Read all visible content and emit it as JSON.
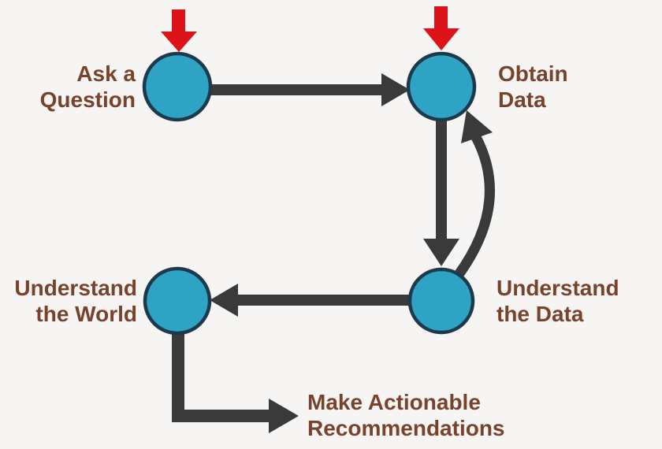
{
  "colors": {
    "background": "#f6f5f4",
    "node_fill": "#2fa3c4",
    "node_border": "#1c3a4b",
    "arrow": "#3a3a3a",
    "entry_arrow": "#dc1318",
    "label_text": "#78432a"
  },
  "nodes": [
    {
      "id": "ask-a-question",
      "label": [
        "Ask a",
        "Question"
      ],
      "has_entry_arrow": true
    },
    {
      "id": "obtain-data",
      "label": [
        "Obtain",
        "Data"
      ],
      "has_entry_arrow": true
    },
    {
      "id": "understand-the-data",
      "label": [
        "Understand",
        "the Data"
      ],
      "has_entry_arrow": false
    },
    {
      "id": "understand-the-world",
      "label": [
        "Understand",
        "the World"
      ],
      "has_entry_arrow": false
    }
  ],
  "terminal": {
    "id": "make-actionable-recommendations",
    "label": [
      "Make Actionable",
      "Recommendations"
    ]
  },
  "edges": [
    {
      "from": "ask-a-question",
      "to": "obtain-data",
      "style": "straight-right"
    },
    {
      "from": "obtain-data",
      "to": "understand-the-data",
      "style": "straight-down"
    },
    {
      "from": "understand-the-data",
      "to": "obtain-data",
      "style": "curved-up"
    },
    {
      "from": "understand-the-data",
      "to": "understand-the-world",
      "style": "straight-left"
    },
    {
      "from": "understand-the-world",
      "to": "make-actionable-recommendations",
      "style": "elbow-down-right"
    }
  ]
}
